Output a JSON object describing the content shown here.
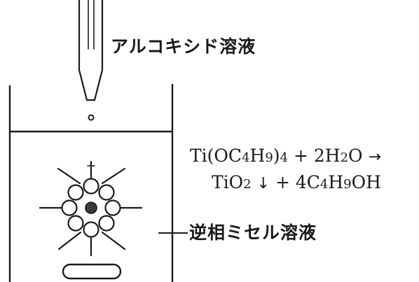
{
  "labels": {
    "dropper": "アルコキシド溶液",
    "solution": "逆相ミセル溶液"
  },
  "reaction": {
    "line1": {
      "a": "Ti(OC",
      "b": "4",
      "c": "H",
      "d": "9",
      "e": ")",
      "f": "4",
      "g": " + 2H",
      "h": "2",
      "i": "O",
      "arrow": "→"
    },
    "line2": {
      "a": "TiO",
      "b": "2",
      "precip": "↓",
      "c": " + 4C",
      "d": "4",
      "e": "H",
      "f": "9",
      "g": "OH"
    }
  },
  "colors": {
    "ink": "#1a1a1a",
    "core": "#3a3a3a"
  }
}
